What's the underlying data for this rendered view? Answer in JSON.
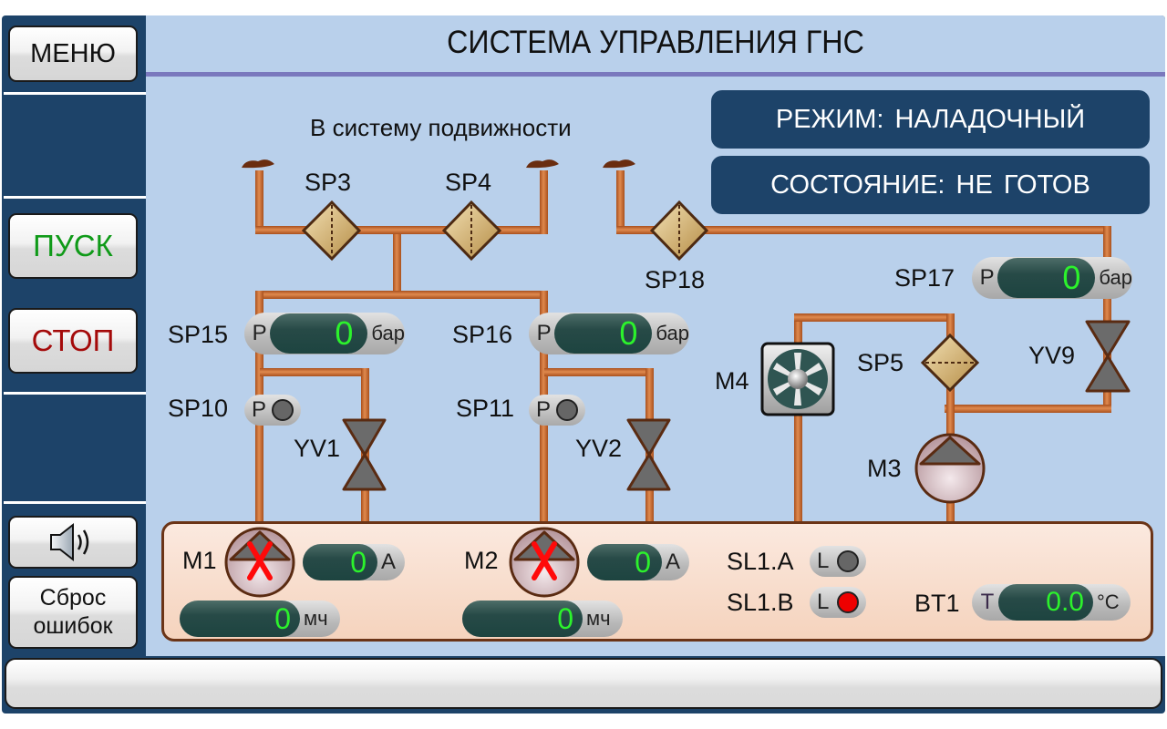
{
  "header": {
    "title": "СИСТЕМА УПРАВЛЕНИЯ ГНС"
  },
  "sidebar": {
    "menu_label": "МЕНЮ",
    "start_label": "ПУСК",
    "stop_label": "СТОП",
    "sound_icon": "speaker-icon",
    "reset_label_line1": "Сброс",
    "reset_label_line2": "ошибок"
  },
  "colors": {
    "start": "#0f9a18",
    "stop": "#a40a0a",
    "pipe": "#c8692c",
    "panel_bg": "#1d4369",
    "main_bg": "#b9d0eb",
    "value_green": "#2cf22c",
    "alarm_red": "#ee0000"
  },
  "status": {
    "mode": "РЕЖИМ:  НАЛАДОЧНЫЙ",
    "state": "СОСТОЯНИЕ:  НЕ ГОТОВ"
  },
  "scheme": {
    "outlet_label": "В систему подвижности",
    "filters": {
      "sp3": "SP3",
      "sp4": "SP4",
      "sp18": "SP18",
      "sp5": "SP5"
    },
    "pressure_gauges": {
      "sp15": {
        "label": "SP15",
        "prefix": "P",
        "value": "0",
        "unit": "бар"
      },
      "sp16": {
        "label": "SP16",
        "prefix": "P",
        "value": "0",
        "unit": "бар"
      },
      "sp17": {
        "label": "SP17",
        "prefix": "P",
        "value": "0",
        "unit": "бар"
      }
    },
    "pressure_switches": {
      "sp10": {
        "label": "SP10",
        "prefix": "P",
        "state": "off"
      },
      "sp11": {
        "label": "SP11",
        "prefix": "P",
        "state": "off"
      }
    },
    "valves": {
      "yv1": "YV1",
      "yv2": "YV2",
      "yv9": "YV9"
    },
    "fan": {
      "label": "M4",
      "icon": "fan-icon"
    },
    "pump_m3": {
      "label": "M3",
      "icon": "pump-icon"
    }
  },
  "motors": {
    "m1": {
      "label": "M1",
      "fault": true,
      "current": "0",
      "current_unit": "А",
      "hours": "0",
      "hours_unit": "мч"
    },
    "m2": {
      "label": "M2",
      "fault": true,
      "current": "0",
      "current_unit": "А",
      "hours": "0",
      "hours_unit": "мч"
    }
  },
  "level_sensors": {
    "sl1a": {
      "label": "SL1.A",
      "prefix": "L",
      "state": "off"
    },
    "sl1b": {
      "label": "SL1.B",
      "prefix": "L",
      "state": "on"
    }
  },
  "temperature": {
    "label": "BT1",
    "prefix": "T",
    "value": "0.0",
    "unit": "°C"
  },
  "statusbar": {
    "message": ""
  }
}
